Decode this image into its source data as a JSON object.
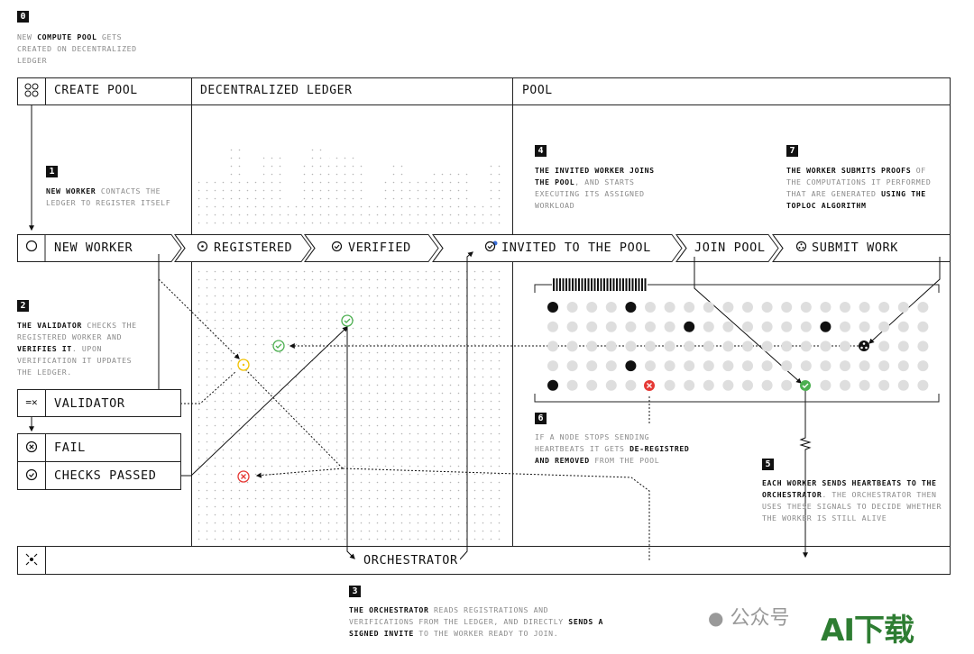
{
  "step0": {
    "badge": "0",
    "pre": "NEW ",
    "strong": "COMPUTE POOL",
    "post": " GETS CREATED ON DECENTRALIZED LEDGER"
  },
  "columns": {
    "create_pool": "CREATE POOL",
    "ledger": "DECENTRALIZED LEDGER",
    "pool": "POOL"
  },
  "step1": {
    "badge": "1",
    "strong": "NEW WORKER",
    "post": " CONTACTS THE LEDGER TO REGISTER ITSELF"
  },
  "step2": {
    "badge": "2",
    "s1": "THE VALIDATOR",
    "t1": " CHECKS THE REGISTERED WORKER AND ",
    "s2": "VERIFIES IT",
    "t2": ". UPON VERIFICATION IT UPDATES THE LEDGER."
  },
  "step3": {
    "badge": "3",
    "s1": "THE ORCHESTRATOR",
    "t1": " READS REGISTRATIONS AND VERIFICATIONS FROM THE LEDGER, AND DIRECTLY ",
    "s2": "SENDS A SIGNED INVITE",
    "t2": " TO THE WORKER READY TO JOIN."
  },
  "step4": {
    "badge": "4",
    "s1": "THE INVITED WORKER JOINS THE POOL",
    "t1": ", AND STARTS EXECUTING ITS ASSIGNED WORKLOAD"
  },
  "step5": {
    "badge": "5",
    "s1": "EACH WORKER SENDS HEARTBEATS TO THE ORCHESTRATOR",
    "t1": ". THE ORCHESTRATOR THEN USES THESE SIGNALS TO DECIDE WHETHER THE WORKER IS STILL ALIVE"
  },
  "step6": {
    "badge": "6",
    "t1": "IF A NODE STOPS SENDING HEARTBEATS IT GETS ",
    "s1": "DE-REGISTRED AND REMOVED",
    "t2": " FROM THE POOL"
  },
  "step7": {
    "badge": "7",
    "s1": "THE WORKER SUBMITS PROOFS",
    "t1": " OF THE COMPUTATIONS IT PERFORMED THAT ARE GENERATED ",
    "s2": "USING THE TOPLOC ALGORITHM"
  },
  "flow": {
    "new_worker": "NEW WORKER",
    "registered": "REGISTERED",
    "verified": "VERIFIED",
    "invited": "INVITED TO THE POOL",
    "join_pool": "JOIN POOL",
    "submit_work": "SUBMIT WORK"
  },
  "validator": "VALIDATOR",
  "fail": "FAIL",
  "checks_passed": "CHECKS PASSED",
  "orchestrator": "ORCHESTRATOR",
  "watermark": {
    "platform": "公众号",
    "brand": "AI下载"
  },
  "icons": {
    "create_pool": "four-circles-icon",
    "new_worker": "circle-icon",
    "validator": "validator-icon",
    "fail": "x-circle-icon",
    "checks": "check-circle-icon",
    "orchestrator": "orchestrator-icon"
  },
  "colors": {
    "accent_green": "#4caf50",
    "accent_red": "#e53935",
    "accent_yellow": "#f2c200",
    "accent_blue": "#3b6fd8",
    "ink": "#111111",
    "muted": "#8a8a8a",
    "dot_grey": "#dedede"
  }
}
